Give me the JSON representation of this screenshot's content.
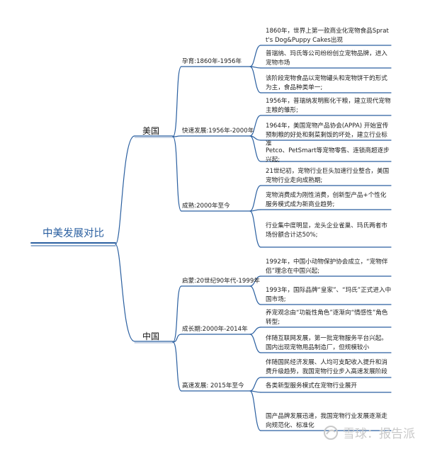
{
  "root": "中美发展对比",
  "usa": {
    "label": "美国",
    "phases": [
      {
        "label": "孕育:1860年-1956年",
        "items": [
          "1860年，世界上第一款商业化宠物食品Spratt's Dog&Puppy Cakes出现",
          "普瑞纳、玛氏等公司纷纷创立宠物品牌，进入宠物市场",
          "该阶段宠物食品以宠物罐头和宠物饼干的形式为主，食品种类单一;"
        ]
      },
      {
        "label": "快速发展:1956年-2000年",
        "items": [
          "1956年，普瑞纳发明膨化干粮，建立现代宠物主粮的雏形;",
          "1964年，美国宠物产品协会(APPA) 开始宣传预制粮的好处和剩菜剩饭的坏处，建立行业标准",
          "Petco、PetSmart等宠物零售、连锁商超逐步兴起;"
        ]
      },
      {
        "label": "成熟:2000年至今",
        "items": [
          "21世纪初，宠物行业巨头加速行业整合，美国宠物行业走向成熟期;",
          "宠物消费成为刚性消费，创新型产品+个性化服务模式成为新商业趋势;",
          "行业集中度明显，龙头企业雀巢、玛氏两者市场份额合计达50%;"
        ]
      }
    ]
  },
  "china": {
    "label": "中国",
    "phases": [
      {
        "label": "启蒙:20世纪90年代-1999年",
        "items": [
          "1992年，中国小动物保护协会成立，“宠物伴侣”理念在中国兴起;",
          "1993年，国际品牌“皇家”、“玛氏”正式进入中国市场;"
        ]
      },
      {
        "label": "成长期:2000年-2014年",
        "items": [
          "养宠观念由“功能性角色”逐渐向“情感性”角色转型;",
          "伴随互联网发展，第一批宠物服务平台兴起。国内出现宠物用品制造厂，但规模较小"
        ]
      },
      {
        "label": "高速发展: 2015年至今",
        "items": [
          "伴随国民经济发展、人均可支配收入提升和消费升级趋势，我国宠物行业步入高速发展阶段",
          "各类新型服务模式在宠物行业展开",
          "国产品牌发展迅速，我国宠物行业发展逐渐走向规范化、标准化"
        ]
      }
    ]
  },
  "watermark": "雪球：报告派",
  "colors": {
    "line": "#2a5fa0",
    "text": "#222222",
    "watermark": "#c9c9c9"
  }
}
